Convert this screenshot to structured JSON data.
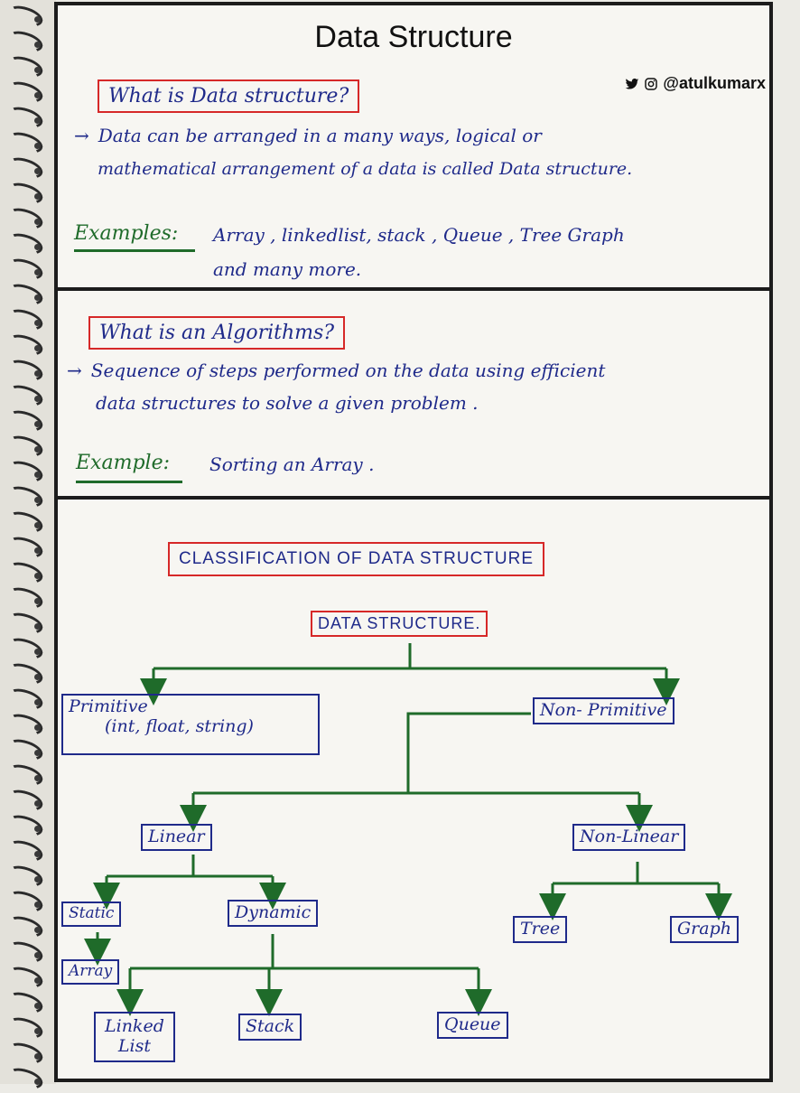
{
  "header": {
    "title": "Data Structure",
    "handle": "@atulkumarx",
    "icons": [
      "twitter-icon",
      "instagram-icon"
    ]
  },
  "section1": {
    "question": "What is Data structure?",
    "definition_line1": "Data can be arranged in a many ways, logical or",
    "definition_line2": "mathematical arrangement of a data is called Data structure.",
    "examples_label": "Examples:",
    "examples_line1": "Array , linkedlist, stack , Queue , Tree Graph",
    "examples_line2": "and many more."
  },
  "section2": {
    "question": "What is an Algorithms?",
    "definition_line1": "Sequence of steps performed on the data using efficient",
    "definition_line2": "data structures to solve a given problem .",
    "example_label": "Example:",
    "example_text": "Sorting an Array ."
  },
  "section3": {
    "heading": "CLASSIFICATION OF DATA STRUCTURE",
    "tree": {
      "root": "DATA STRUCTURE.",
      "primitive_line1": "Primitive",
      "primitive_line2": "(int, float, string)",
      "non_primitive": "Non- Primitive",
      "linear": "Linear",
      "non_linear": "Non-Linear",
      "static": "Static",
      "dynamic": "Dynamic",
      "array": "Array",
      "linked_list_line1": "Linked",
      "linked_list_line2": "List",
      "stack": "Stack",
      "queue": "Queue",
      "tree": "Tree",
      "graph": "Graph"
    }
  },
  "colors": {
    "ink_blue": "#1f2a8a",
    "ink_red": "#d62828",
    "ink_green": "#1f6b2a",
    "frame": "#1c1c1c"
  }
}
